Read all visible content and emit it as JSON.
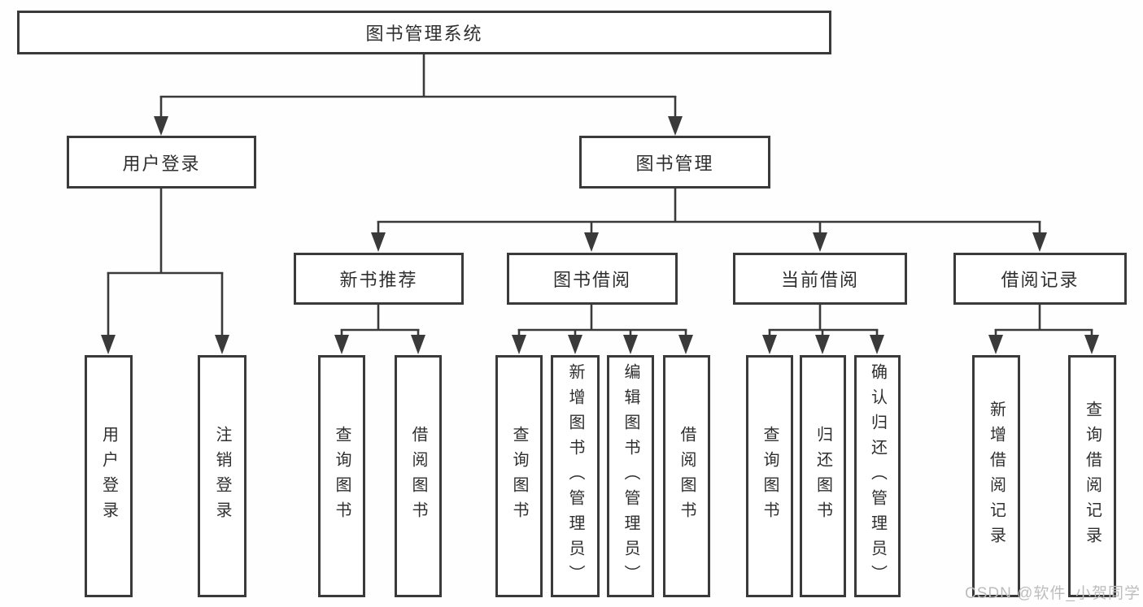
{
  "diagram": {
    "root": "图书管理系统",
    "level2": {
      "user_login": "用户登录",
      "book_mgmt": "图书管理"
    },
    "level3": {
      "new_books": "新书推荐",
      "book_borrow": "图书借阅",
      "current_borrow": "当前借阅",
      "borrow_records": "借阅记录"
    },
    "leaves": {
      "user_login": [
        "用户登录",
        "注销登录"
      ],
      "new_books": [
        "查询图书",
        "借阅图书"
      ],
      "book_borrow": [
        "查询图书",
        "新增图书（管理员）",
        "编辑图书（管理员）",
        "借阅图书"
      ],
      "current_borrow": [
        "查询图书",
        "归还图书",
        "确认归还（管理员）"
      ],
      "borrow_records": [
        "新增借阅记录",
        "查询借阅记录"
      ]
    },
    "watermark": "CSDN @软件_小贺同学",
    "colors": {
      "line": "#3a3a3a",
      "text": "#2f2f2f",
      "watermark_text": "#bdbdbd",
      "box_fill": "#ffffff"
    }
  }
}
